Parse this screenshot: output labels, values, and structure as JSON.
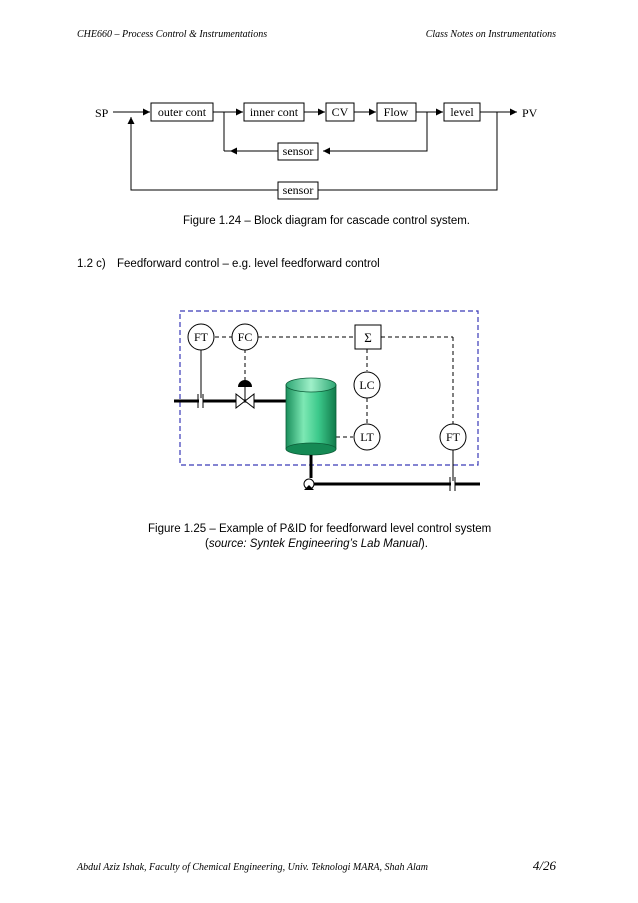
{
  "header": {
    "left": "CHE660 – Process Control & Instrumentations",
    "right": "Class Notes on Instrumentations"
  },
  "figure_1_24": {
    "blocks": {
      "sp": "SP",
      "outer_cont": "outer cont",
      "inner_cont": "inner cont",
      "cv": "CV",
      "flow": "Flow",
      "level": "level",
      "pv": "PV",
      "inner_sensor": "sensor",
      "outer_sensor": "sensor"
    },
    "caption": "Figure 1.24 – Block diagram for cascade control system."
  },
  "section": {
    "number": "1.2  c)",
    "title": "Feedforward control – e.g. level feedforward control"
  },
  "figure_1_25": {
    "instruments": {
      "ft_inlet": "FT",
      "fc": "FC",
      "sum": "Σ",
      "lc": "LC",
      "lt": "LT",
      "ft_outlet": "FT"
    },
    "colors": {
      "tank": "#2fbf82",
      "boundary": "#3a3ab8"
    },
    "caption_line1": "Figure 1.25 – Example of P&ID for feedforward level control system",
    "caption_line2_prefix": "(",
    "caption_line2_source": "source: Syntek Engineering’s Lab Manual",
    "caption_line2_suffix": ")."
  },
  "footer": {
    "left": "Abdul Aziz Ishak, Faculty of Chemical Engineering, Univ. Teknologi MARA, Shah Alam",
    "page": "4/26"
  }
}
